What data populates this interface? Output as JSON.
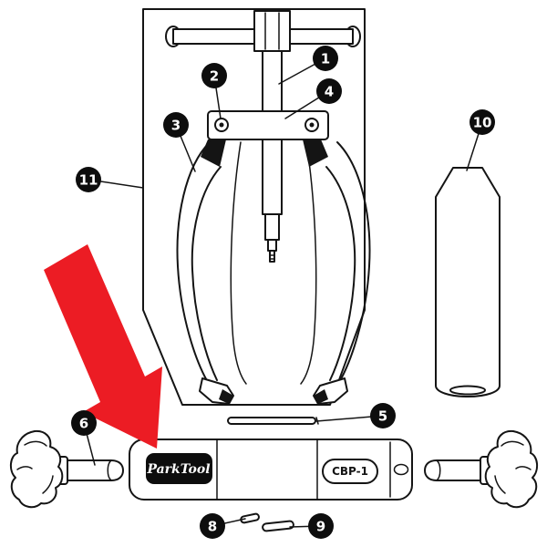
{
  "colors": {
    "background": "#ffffff",
    "line": "#141414",
    "callout_fill": "#0d0d0d",
    "callout_text": "#ffffff",
    "arrow": "#ec1c24"
  },
  "labels": {
    "brand": "ParkTool",
    "model": "CBP-1"
  },
  "callouts": [
    {
      "label": "1"
    },
    {
      "label": "2"
    },
    {
      "label": "3"
    },
    {
      "label": "4"
    },
    {
      "label": "5"
    },
    {
      "label": "6"
    },
    {
      "label": "8"
    },
    {
      "label": "9"
    },
    {
      "label": "10"
    },
    {
      "label": "11"
    }
  ]
}
